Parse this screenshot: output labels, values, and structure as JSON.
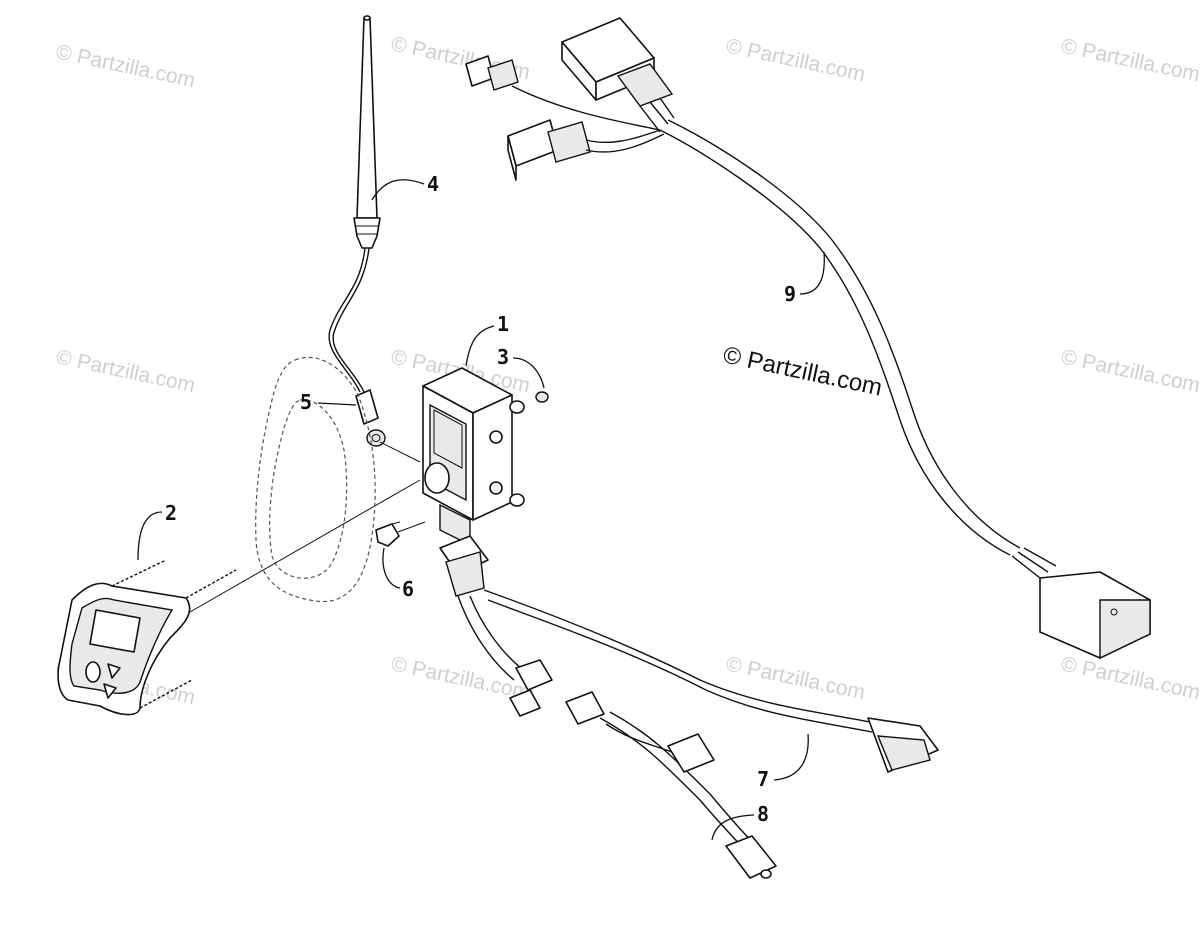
{
  "watermark": {
    "text": "© Partzilla.com",
    "main_text": "© Partzilla.com"
  },
  "callouts": {
    "c1": "1",
    "c2": "2",
    "c3": "3",
    "c4": "4",
    "c5": "5",
    "c6": "6",
    "c7": "7",
    "c8": "8",
    "c9": "9"
  }
}
